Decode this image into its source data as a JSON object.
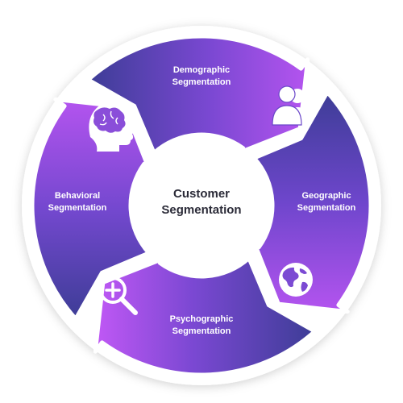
{
  "center": {
    "line1": "Customer",
    "line2": "Segmentation"
  },
  "segments": [
    {
      "line1": "Demographic",
      "line2": "Segmentation",
      "icon": "people-icon"
    },
    {
      "line1": "Geographic",
      "line2": "Segmentation",
      "icon": "globe-icon"
    },
    {
      "line1": "Psychographic",
      "line2": "Segmentation",
      "icon": "magnifier-plus-icon"
    },
    {
      "line1": "Behavioral",
      "line2": "Segmentation",
      "icon": "brain-head-icon"
    }
  ],
  "colors": {
    "dark_blue": "#3a3a92",
    "mid_purple": "#7a45d0",
    "light_purple": "#bb54f2",
    "gap": "#ffffff",
    "center_text": "#2b2b38"
  }
}
